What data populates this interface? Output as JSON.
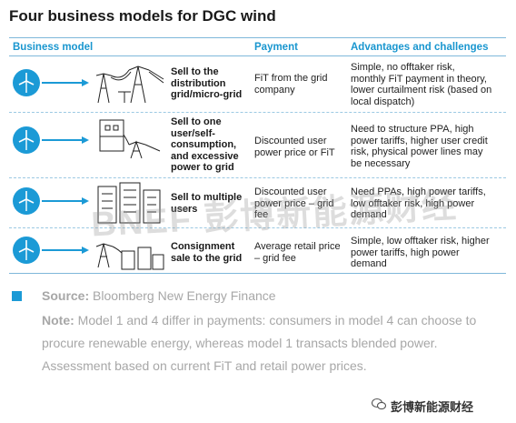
{
  "title": "Four business models for DGC wind",
  "headers": {
    "model": "Business model",
    "payment": "Payment",
    "advantages": "Advantages and challenges"
  },
  "rows": [
    {
      "model": [
        "Sell to the",
        "distribution",
        "grid/micro-grid"
      ],
      "payment": [
        "FiT from the grid",
        "company"
      ],
      "advantages": [
        "Simple, no offtaker risk,",
        "monthly FiT payment in theory,",
        "lower curtailment risk (based on",
        "local dispatch)"
      ]
    },
    {
      "model": [
        "Sell to one",
        "user/self-",
        "consumption,",
        "and excessive",
        "power to grid"
      ],
      "payment": [
        "Discounted user",
        "power price or FiT"
      ],
      "advantages": [
        "Need to structure PPA, high",
        "power tariffs, higher user credit",
        "risk, physical power lines may",
        "be necessary"
      ]
    },
    {
      "model": [
        "Sell to multiple",
        "users"
      ],
      "payment": [
        "Discounted user",
        "power price – grid",
        "fee"
      ],
      "advantages": [
        "Need PPAs, high power tariffs,",
        "low offtaker risk, high power",
        "demand"
      ]
    },
    {
      "model": [
        "Consignment",
        "sale to the grid"
      ],
      "payment": [
        "Average retail price",
        "– grid fee"
      ],
      "advantages": [
        "Simple, low offtaker risk, higher",
        "power tariffs, high power",
        "demand"
      ]
    }
  ],
  "source_label": "Source:",
  "source_text": "Bloomberg New Energy Finance",
  "note_label": "Note:",
  "note_text": "Model 1 and 4 differ in payments: consumers in model 4 can choose to procure renewable energy, whereas model 1 transacts blended power. Assessment based on current FiT and retail power prices.",
  "watermark": "BNEF 彭博新能源财经",
  "brand": "彭博新能源财经",
  "colors": {
    "accent": "#1b9ad6",
    "header_text": "#1996cf",
    "note_text": "#a7a7a7"
  }
}
